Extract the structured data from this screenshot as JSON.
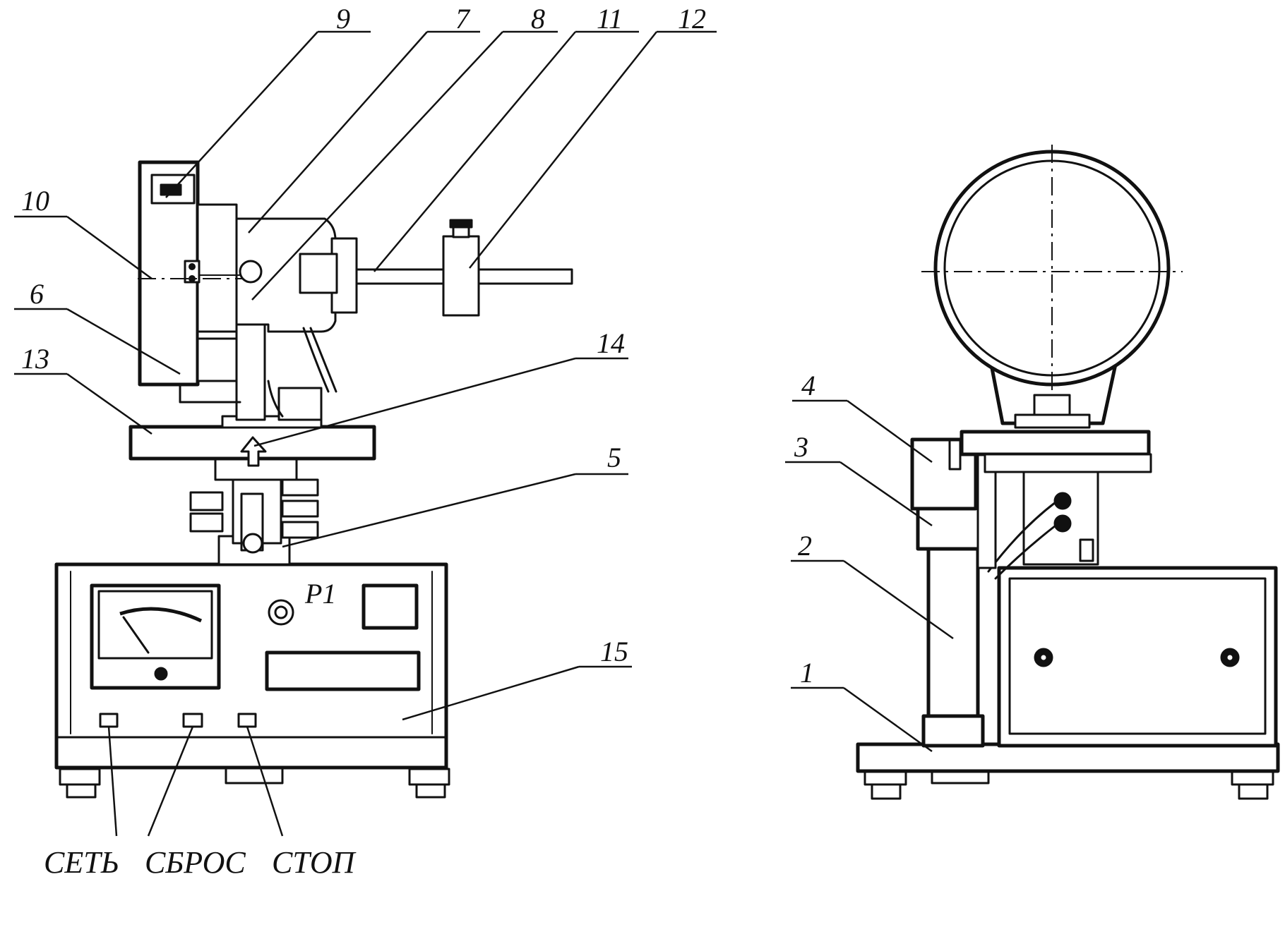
{
  "labels": {
    "l1": "1",
    "l2": "2",
    "l3": "3",
    "l4": "4",
    "l5": "5",
    "l6": "6",
    "l7": "7",
    "l8": "8",
    "l9": "9",
    "l10": "10",
    "l11": "11",
    "l12": "12",
    "l13": "13",
    "l14": "14",
    "l15": "15"
  },
  "panel": {
    "regulator": "P1",
    "buttons": [
      "СЕТЬ",
      "СБРОС",
      "СТОП"
    ]
  }
}
